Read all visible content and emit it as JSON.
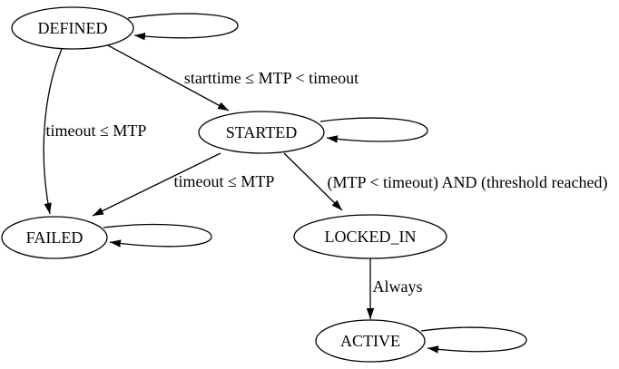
{
  "diagram": {
    "kind": "state-machine",
    "colors": {
      "background": "#ffffff",
      "node_fill": "#ffffff",
      "stroke": "#000000",
      "text": "#000000"
    },
    "nodes": {
      "defined": {
        "label": "DEFINED",
        "has_self_loop": true
      },
      "started": {
        "label": "STARTED",
        "has_self_loop": true
      },
      "failed": {
        "label": "FAILED",
        "has_self_loop": true
      },
      "locked_in": {
        "label": "LOCKED_IN",
        "has_self_loop": false
      },
      "active": {
        "label": "ACTIVE",
        "has_self_loop": true
      }
    },
    "edges": {
      "defined_to_started": {
        "from": "DEFINED",
        "to": "STARTED",
        "label": "starttime ≤ MTP < timeout"
      },
      "defined_to_failed": {
        "from": "DEFINED",
        "to": "FAILED",
        "label": "timeout ≤ MTP"
      },
      "started_to_failed": {
        "from": "STARTED",
        "to": "FAILED",
        "label": "timeout ≤ MTP"
      },
      "started_to_locked_in": {
        "from": "STARTED",
        "to": "LOCKED_IN",
        "label": "(MTP < timeout) AND (threshold reached)"
      },
      "locked_in_to_active": {
        "from": "LOCKED_IN",
        "to": "ACTIVE",
        "label": "Always"
      }
    }
  }
}
